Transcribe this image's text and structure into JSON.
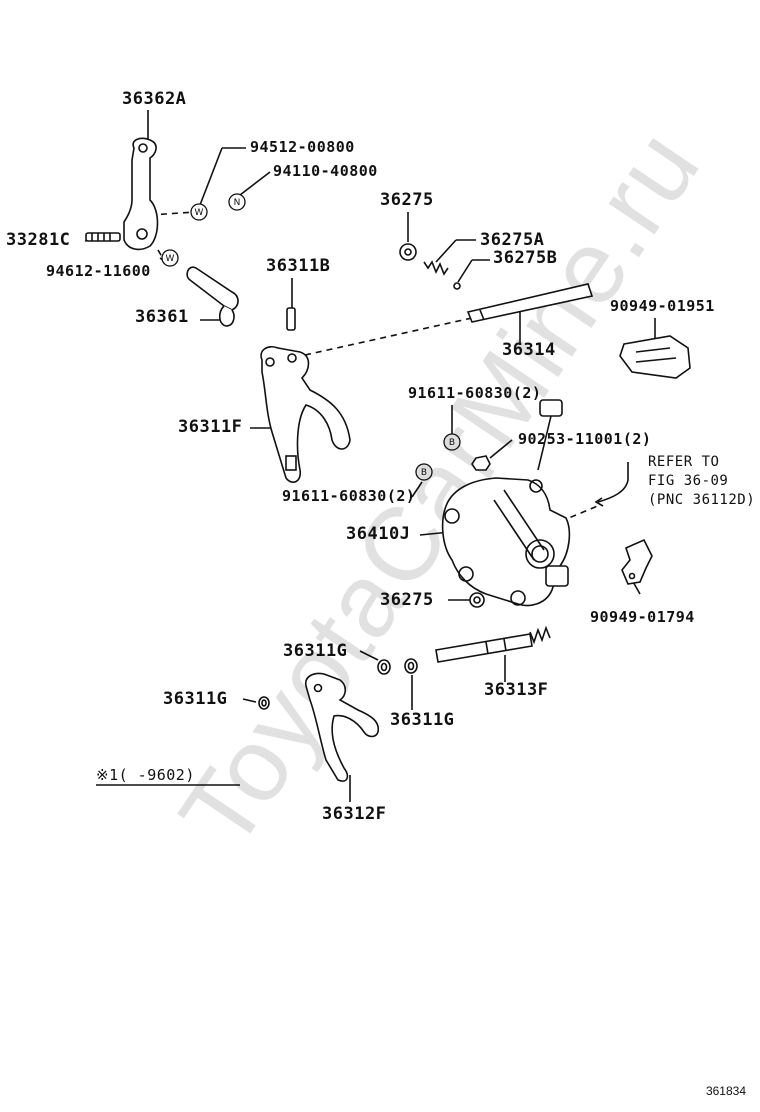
{
  "labels": {
    "p36362A": "36362A",
    "p94512": "94512-00800",
    "p94110": "94110-40800",
    "p33281C": "33281C",
    "p94612": "94612-11600",
    "p36361": "36361",
    "p36275_top": "36275",
    "p36275A": "36275A",
    "p36275B": "36275B",
    "p36311B": "36311B",
    "p36314": "36314",
    "p90949_01951": "90949-01951",
    "p36311F": "36311F",
    "p91611_b1": "91611-60830(2)",
    "p90253": "90253-11001(2)",
    "p91611_b2": "91611-60830(2)",
    "refer1": "REFER TO",
    "refer2": "FIG 36-09",
    "refer3": "(PNC 36112D)",
    "p36410J": "36410J",
    "p36275_low": "36275",
    "p90949_01794": "90949-01794",
    "p36311G_a": "36311G",
    "p36311G_b": "36311G",
    "p36311G_c": "36311G",
    "p36313F": "36313F",
    "p36312F": "36312F",
    "note": "※1(    -9602)"
  },
  "symbols": {
    "w": "W",
    "n": "N",
    "b": "B"
  },
  "figure_number": "361834",
  "watermark": "ToyotaCarMine.ru"
}
